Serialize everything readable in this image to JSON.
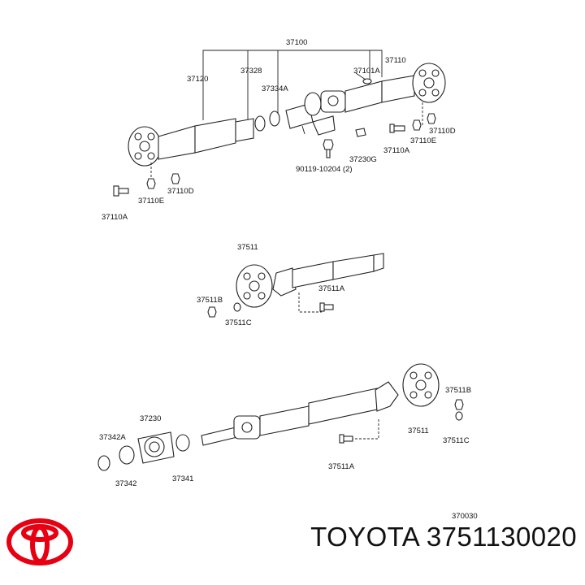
{
  "diagram": {
    "labels": {
      "p37100": "37100",
      "p37120": "37120",
      "p37328": "37328",
      "p37334A": "37334A",
      "p37101A": "37101A",
      "p37110": "37110",
      "p37110D_top": "37110D",
      "p37110E_top": "37110E",
      "p37110A_top": "37110A",
      "p37230G": "37230G",
      "p90119": "90119-10204 (2)",
      "p37110D_left": "37110D",
      "p37110E_left": "37110E",
      "p37110A_left": "37110A",
      "p37511_mid": "37511",
      "p37511B_mid": "37511B",
      "p37511C_mid": "37511C",
      "p37511A_mid": "37511A",
      "p37230": "37230",
      "p37342A": "37342A",
      "p37342": "37342",
      "p37341": "37341",
      "p37511A_bot": "37511A",
      "p37511B_bot": "37511B",
      "p37511_bot": "37511",
      "p37511C_bot": "37511C",
      "code": "370030"
    }
  },
  "brand": {
    "text": "TOYOTA 3751130020",
    "logo_color": "#e60012"
  }
}
